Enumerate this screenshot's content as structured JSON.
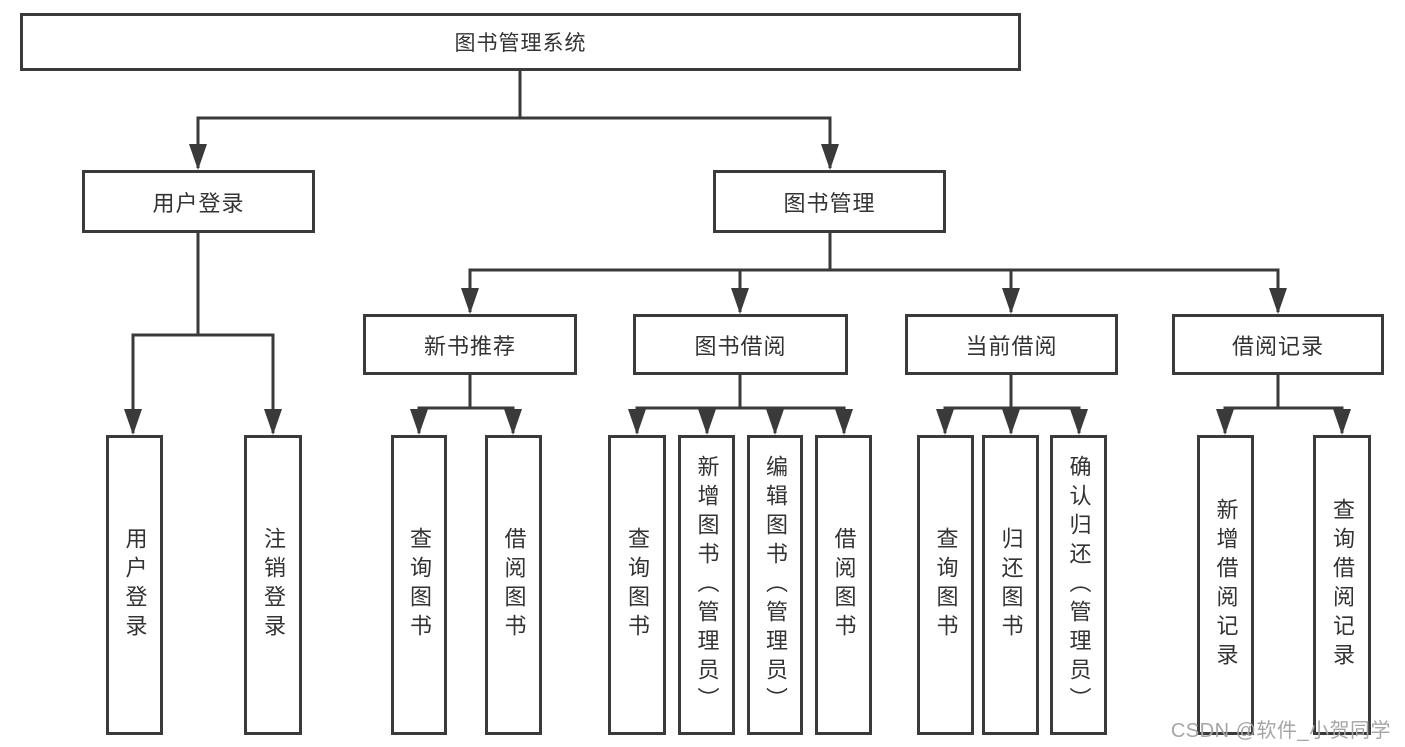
{
  "title": {
    "label": "图书管理系统"
  },
  "nodes": {
    "user_login": "用户登录",
    "book_mgmt": "图书管理",
    "new_books": "新书推荐",
    "book_borrow": "图书借阅",
    "current_borrow": "当前借阅",
    "borrow_records": "借阅记录",
    "leaf_user_login": "用户登录",
    "leaf_logout": "注销登录",
    "leaf_nb_query": "查询图书",
    "leaf_nb_borrow": "借阅图书",
    "leaf_bb_query": "查询图书",
    "leaf_bb_add": "新增图书（管理员）",
    "leaf_bb_edit": "编辑图书（管理员）",
    "leaf_bb_borrow": "借阅图书",
    "leaf_cb_query": "查询图书",
    "leaf_cb_return": "归还图书",
    "leaf_cb_confirm": "确认归还（管理员）",
    "leaf_br_add": "新增借阅记录",
    "leaf_br_query": "查询借阅记录"
  },
  "watermark": {
    "text": "CSDN @软件_小贺同学"
  },
  "colors": {
    "line": "#3a3a3a",
    "text": "#333333",
    "background": "#ffffff",
    "watermark": "#a6a6a6"
  }
}
